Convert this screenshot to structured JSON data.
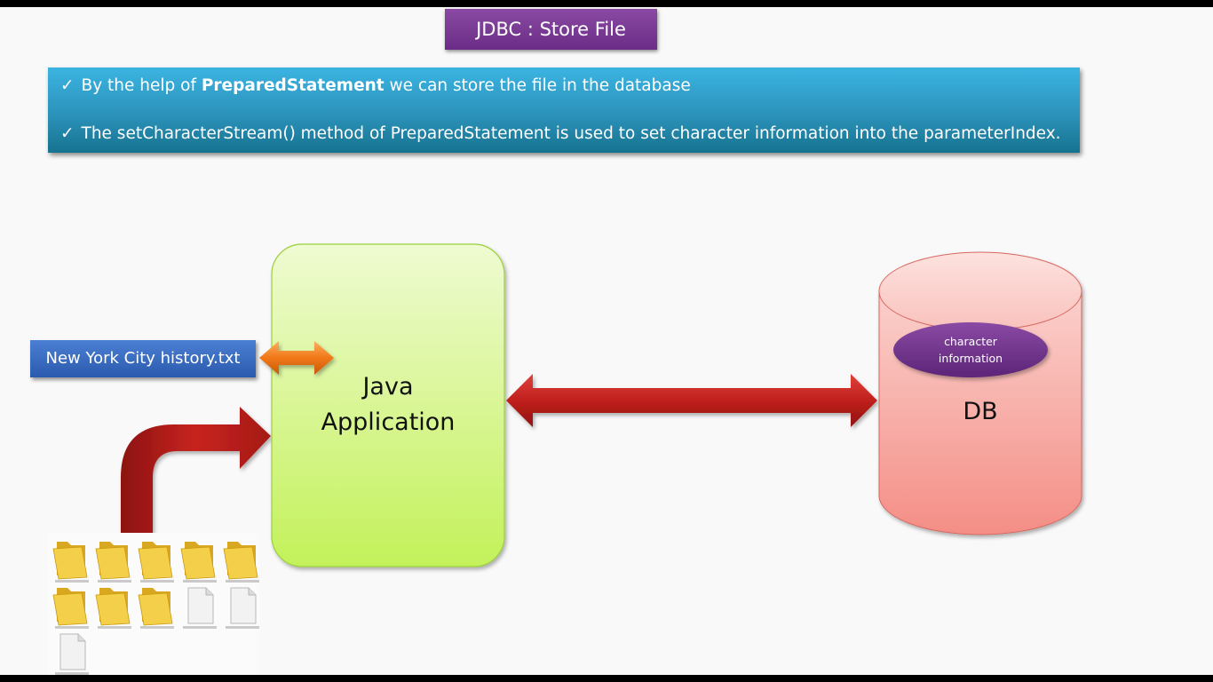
{
  "title": "JDBC : Store File",
  "bullets": {
    "check": "✓",
    "b1_pre": "By the help of ",
    "b1_bold": "PreparedStatement",
    "b1_post": " we can store the file in the database",
    "b2": "The setCharacterStream() method of PreparedStatement is used to set character information into the parameterIndex."
  },
  "diagram": {
    "file_label": "New York City history.txt",
    "java_line1": "Java",
    "java_line2": "Application",
    "db_label": "DB",
    "char_line1": "character",
    "char_line2": "information"
  },
  "folders": {
    "tiles": [
      {
        "kind": "folder"
      },
      {
        "kind": "folder"
      },
      {
        "kind": "folder"
      },
      {
        "kind": "folder"
      },
      {
        "kind": "folder"
      },
      {
        "kind": "folder"
      },
      {
        "kind": "folder"
      },
      {
        "kind": "folder"
      },
      {
        "kind": "file"
      },
      {
        "kind": "file"
      },
      {
        "kind": "file"
      }
    ]
  },
  "colors": {
    "title_bg": "#7a3b96",
    "bullet_bg": "#2a9bc7",
    "java_box": "#d6f58a",
    "db_cylinder": "#f58c84",
    "arrow_red": "#c0201c",
    "arrow_orange": "#f07818",
    "file_label_bg": "#3a6cc2",
    "char_ellipse": "#6a2c86"
  }
}
